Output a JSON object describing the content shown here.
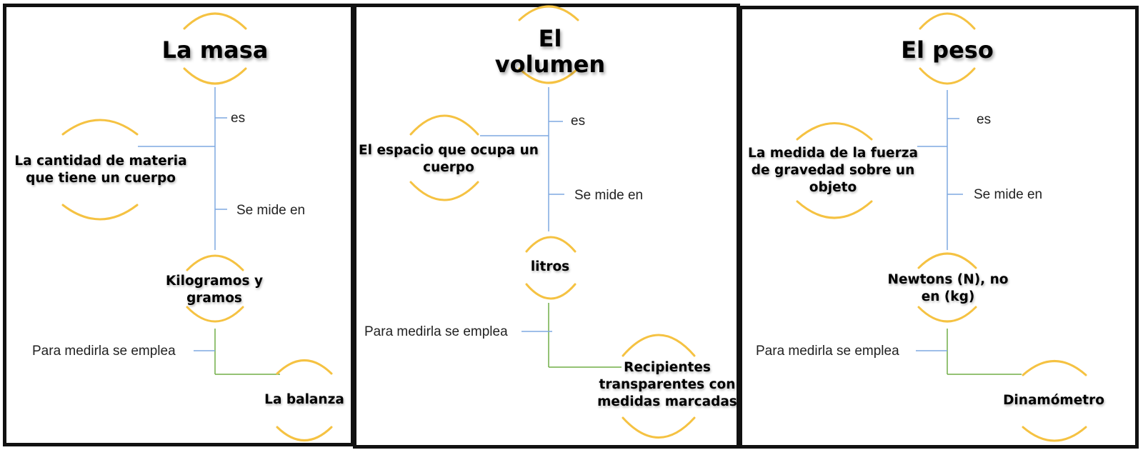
{
  "colors": {
    "arc": "#f5c242",
    "branch_blue": "#7ea8e0",
    "branch_green": "#70ad47",
    "border": "#111111"
  },
  "panels": [
    {
      "title": "La masa",
      "es_label": "es",
      "definition": "La cantidad de materia que tiene un cuerpo",
      "mide_label": "Se  mide en",
      "unit": "Kilogramos y gramos",
      "emplea_label": "Para medirla se emplea",
      "instrument": "La balanza"
    },
    {
      "title": "El volumen",
      "es_label": "es",
      "definition": "El espacio que ocupa un cuerpo",
      "mide_label": "Se  mide en",
      "unit": "litros",
      "emplea_label": "Para medirla se emplea",
      "instrument": "Recipientes transparentes con medidas marcadas"
    },
    {
      "title": "El peso",
      "es_label": "es",
      "definition": "La medida de la fuerza de gravedad sobre un objeto",
      "mide_label": "Se  mide en",
      "unit": "Newtons (N), no en (kg)",
      "emplea_label": "Para medirla se emplea",
      "instrument": "Dinamómetro"
    }
  ]
}
